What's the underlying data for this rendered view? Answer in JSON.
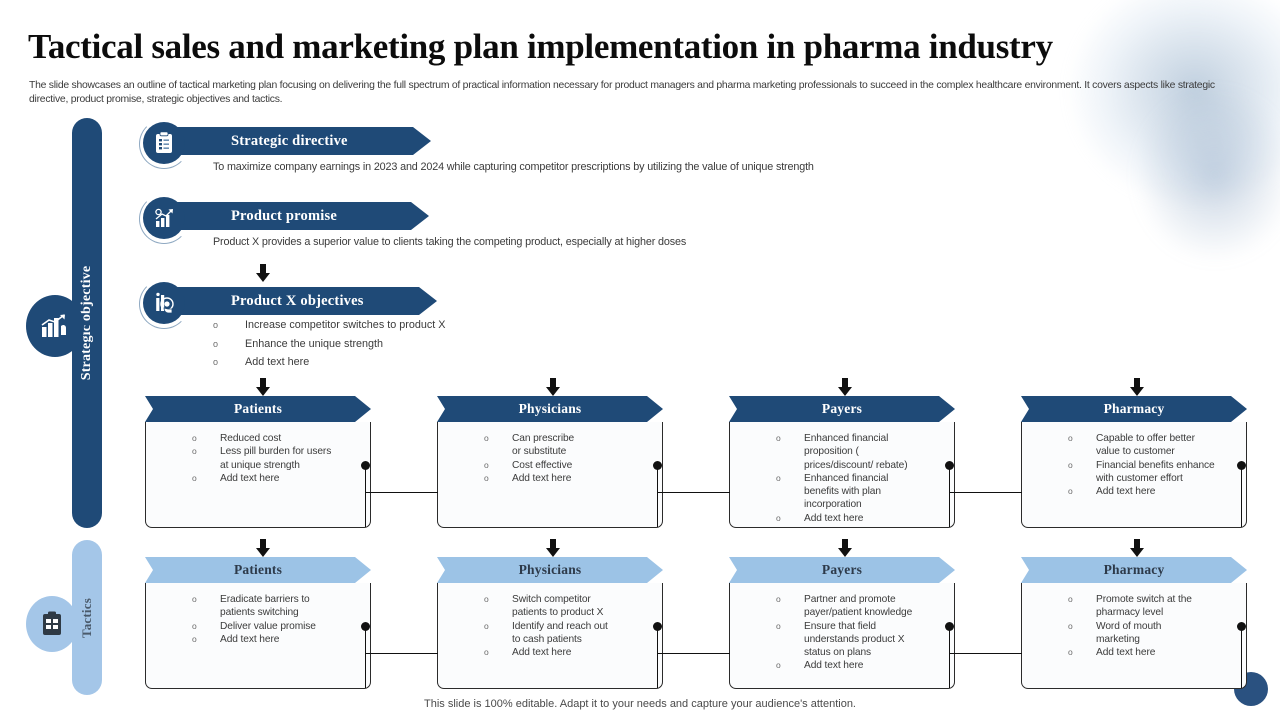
{
  "slide": {
    "title": "Tactical sales and marketing plan implementation in pharma industry",
    "subtitle": "The slide showcases an outline of tactical marketing plan focusing on delivering the full spectrum of practical information necessary for product managers and pharma marketing professionals to succeed in the complex healthcare environment. It covers aspects like strategic directive, product promise, strategic objectives and tactics.",
    "footer": "This slide is 100% editable. Adapt it to your needs and capture your audience's attention."
  },
  "colors": {
    "dark_blue": "#1f4a77",
    "light_blue": "#9cc3e6",
    "rail_light": "#a4c6e8",
    "text": "#3b3b3b"
  },
  "rails": [
    {
      "id": "strategic",
      "label": "Strategic objective",
      "icon": "bar-chart-growth-icon"
    },
    {
      "id": "tactics",
      "label": "Tactics",
      "icon": "clipboard-icon"
    }
  ],
  "sections": [
    {
      "id": "strategic-directive",
      "label": "Strategic directive",
      "icon": "clipboard-checklist-icon",
      "description": "To maximize company earnings in 2023 and 2024 while capturing competitor prescriptions by utilizing the value of unique strength"
    },
    {
      "id": "product-promise",
      "label": "Product promise",
      "icon": "growth-chart-gear-icon",
      "description": "Product X provides a superior value to clients taking the competing product, especially at higher doses"
    },
    {
      "id": "product-x-objectives",
      "label": "Product X objectives",
      "icon": "target-finger-icon",
      "bullets": [
        "Increase competitor switches to product X",
        "Enhance the unique strength",
        "Add text here"
      ]
    }
  ],
  "objective_row": {
    "columns": [
      {
        "id": "patients",
        "title": "Patients",
        "bullets": [
          "Reduced cost",
          "Less pill burden for users\nat  unique strength",
          "Add text here"
        ]
      },
      {
        "id": "physicians",
        "title": "Physicians",
        "bullets": [
          "Can prescribe\nor substitute",
          "Cost effective",
          "Add text here"
        ]
      },
      {
        "id": "payers",
        "title": "Payers",
        "bullets": [
          "Enhanced financial\nproposition (\nprices/discount/ rebate)",
          "Enhanced financial\nbenefits with plan\nincorporation",
          "Add text here"
        ]
      },
      {
        "id": "pharmacy",
        "title": "Pharmacy",
        "bullets": [
          "Capable to offer better\nvalue to customer",
          "Financial benefits enhance\nwith customer effort",
          "Add text here"
        ]
      }
    ]
  },
  "tactics_row": {
    "columns": [
      {
        "id": "patients",
        "title": "Patients",
        "bullets": [
          "Eradicate barriers to\npatients switching",
          "Deliver value promise",
          "Add text here"
        ]
      },
      {
        "id": "physicians",
        "title": "Physicians",
        "bullets": [
          "Switch competitor\npatients to product X",
          "Identify and reach out\nto cash patients",
          "Add text here"
        ]
      },
      {
        "id": "payers",
        "title": "Payers",
        "bullets": [
          "Partner and promote\npayer/patient knowledge",
          "Ensure that field\nunderstands product X\nstatus on plans",
          "Add text here"
        ]
      },
      {
        "id": "pharmacy",
        "title": "Pharmacy",
        "bullets": [
          "Promote switch at the\npharmacy level",
          "Word of mouth\nmarketing",
          "Add text here"
        ]
      }
    ]
  }
}
